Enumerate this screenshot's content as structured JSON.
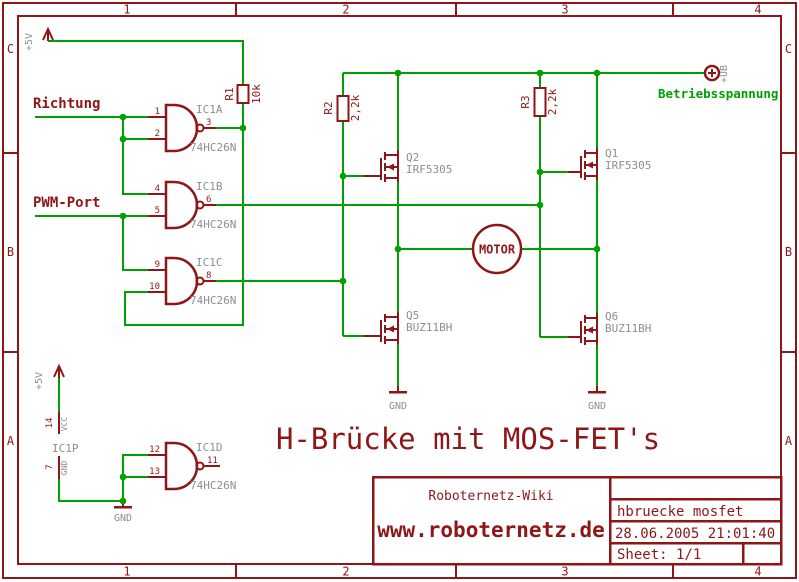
{
  "colors": {
    "symbol": "#8e1616",
    "wire": "#00a000",
    "label_gray": "#8e8e8e",
    "background": "#ffffff"
  },
  "frame": {
    "columns": [
      "1",
      "2",
      "3",
      "4"
    ],
    "rows": [
      "C",
      "B",
      "A"
    ]
  },
  "supplies": {
    "v5": "+5V",
    "ub": "+UB",
    "betriebsspannung": "Betriebsspannung",
    "gnd": "GND",
    "vcc": "VCC"
  },
  "inputs": {
    "richtung": "Richtung",
    "pwm": "PWM-Port"
  },
  "motor": {
    "label": "MOTOR"
  },
  "title": {
    "text": "H-Brücke mit MOS-FET's"
  },
  "titleblock": {
    "org": "Roboternetz-Wiki",
    "url": "www.roboternetz.de",
    "doc": "hbruecke mosfet",
    "datetime": "28.06.2005 21:01:40",
    "sheet": "Sheet: 1/1"
  },
  "gates": {
    "ic1a": {
      "name": "IC1A",
      "part": "74HC26N",
      "pins": {
        "in1": "1",
        "in2": "2",
        "out": "3"
      }
    },
    "ic1b": {
      "name": "IC1B",
      "part": "74HC26N",
      "pins": {
        "in1": "4",
        "in2": "5",
        "out": "6"
      }
    },
    "ic1c": {
      "name": "IC1C",
      "part": "74HC26N",
      "pins": {
        "in1": "9",
        "in2": "10",
        "out": "8"
      }
    },
    "ic1d": {
      "name": "IC1D",
      "part": "74HC26N",
      "pins": {
        "in1": "12",
        "in2": "13",
        "out": "11"
      }
    },
    "ic1p": {
      "name": "IC1P",
      "pins": {
        "vcc": "14",
        "gnd": "7"
      }
    }
  },
  "resistors": {
    "r1": {
      "name": "R1",
      "value": "10k"
    },
    "r2": {
      "name": "R2",
      "value": "2,2k"
    },
    "r3": {
      "name": "R3",
      "value": "2,2k"
    }
  },
  "mosfets": {
    "q1": {
      "name": "Q1",
      "part": "IRF5305"
    },
    "q2": {
      "name": "Q2",
      "part": "IRF5305"
    },
    "q5": {
      "name": "Q5",
      "part": "BUZ11BH"
    },
    "q6": {
      "name": "Q6",
      "part": "BUZ11BH"
    }
  }
}
